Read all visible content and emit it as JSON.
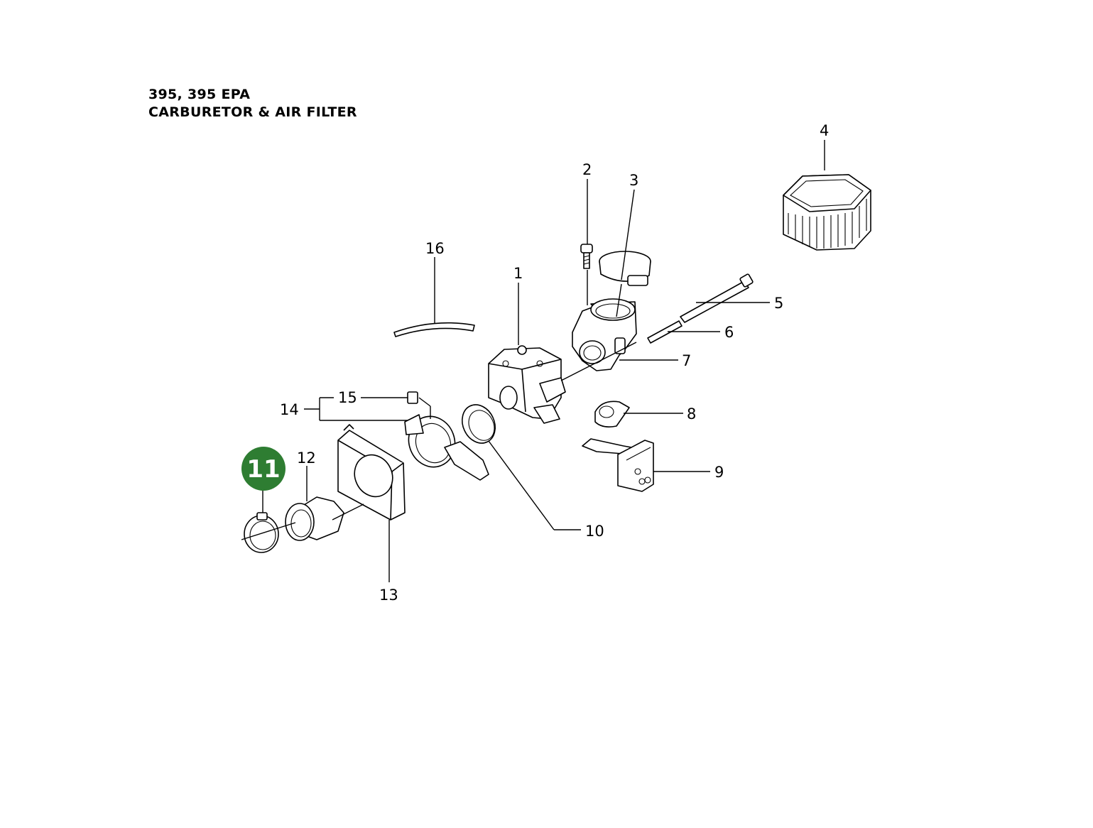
{
  "header": {
    "model": "395, 395 EPA",
    "section": "CARBURETOR & AIR FILTER"
  },
  "callouts": {
    "c1": "1",
    "c2": "2",
    "c3": "3",
    "c4": "4",
    "c5": "5",
    "c6": "6",
    "c7": "7",
    "c8": "8",
    "c9": "9",
    "c10": "10",
    "c12": "12",
    "c13": "13",
    "c14": "14",
    "c15": "15",
    "c16": "16"
  },
  "highlight": {
    "label": "11",
    "color": "#2e7d32"
  }
}
